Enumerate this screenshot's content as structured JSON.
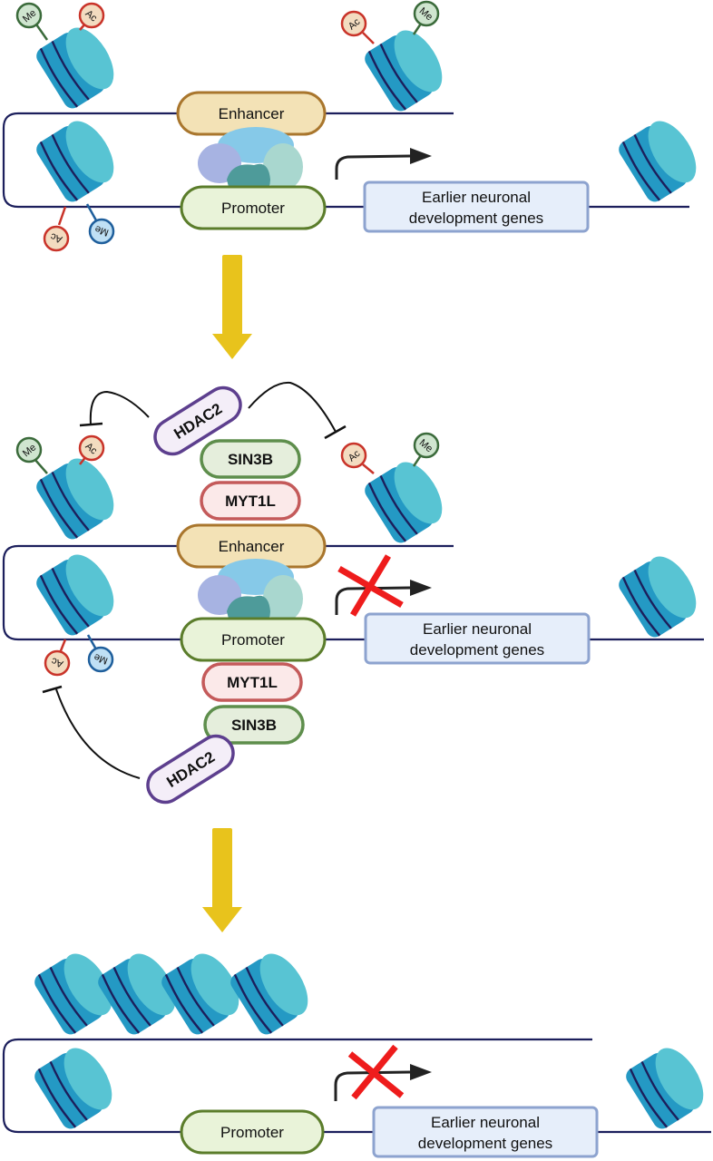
{
  "figure": {
    "description": "MYT1L recruits SIN3B/HDAC2 to repress earlier neuronal development genes",
    "colors": {
      "nucleosome_dark": "#2499c4",
      "nucleosome_light": "#58c4d3",
      "dna": "#1c1f5c",
      "enhancer_fill": "#f3e2b6",
      "enhancer_stroke": "#a9762d",
      "promoter_fill": "#e9f3d9",
      "promoter_stroke": "#5b7d2b",
      "gene_fill": "#e6eefa",
      "gene_stroke": "#8da3cf",
      "sin3b_fill": "#e5eedc",
      "sin3b_stroke": "#5e8e4c",
      "myt1l_fill": "#fbe9e9",
      "myt1l_stroke": "#c45a5a",
      "hdac2_fill": "#f4eef8",
      "hdac2_stroke": "#5d3f8e",
      "transition_arrow": "#e8c31c",
      "block_x": "#ee1c1c",
      "me_fill_green": "#cfe5cf",
      "me_stroke_green": "#3b6b3b",
      "me_fill_blue": "#bfe0f5",
      "me_stroke_blue": "#1f5f9c",
      "ac_fill": "#f3dcc0",
      "ac_stroke": "#c9342a"
    }
  },
  "panels": [
    {
      "name": "active",
      "enhancer_label": "Enhancer",
      "promoter_label": "Promoter",
      "gene_label_line1": "Earlier neuronal",
      "gene_label_line2": "development genes",
      "transcription": "active"
    },
    {
      "name": "repressing",
      "enhancer_label": "Enhancer",
      "promoter_label": "Promoter",
      "gene_label_line1": "Earlier neuronal",
      "gene_label_line2": "development genes",
      "upper_complex": {
        "hdac": "HDAC2",
        "sin3": "SIN3B",
        "myt1l": "MYT1L"
      },
      "lower_complex": {
        "myt1l": "MYT1L",
        "sin3": "SIN3B",
        "hdac": "HDAC2"
      },
      "transcription": "blocked"
    },
    {
      "name": "repressed",
      "promoter_label": "Promoter",
      "gene_label_line1": "Earlier neuronal",
      "gene_label_line2": "development genes",
      "transcription": "blocked"
    }
  ],
  "marks": {
    "methyl": "Me",
    "acetyl": "Ac"
  }
}
